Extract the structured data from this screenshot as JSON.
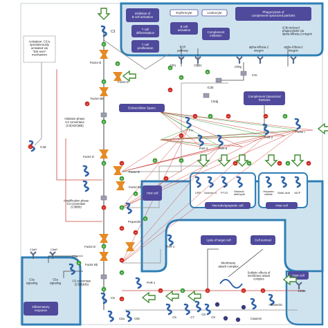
{
  "colors": {
    "cell_fill": "#cfe3ef",
    "membrane": "#2f7fb5",
    "purple_box": "#4f4a9c",
    "protein_blue": "#2c62a8",
    "protein_orange": "#e58a24",
    "arrow_green": "#3e8a2e",
    "activate_dot": "#3a9b36",
    "inhibit_dot": "#cc2a22",
    "line_red": "#c8413a",
    "line_gray": "#8a8a8a",
    "line_dark": "#444444",
    "receptor": "#5c6a8a",
    "compartment_fill": "#ffffff",
    "complex_gray": "#9c9cb0",
    "cluster_dark": "#3a3a7a"
  },
  "nodes": {
    "c3": "C3",
    "factor_b_1": "Factor B",
    "factor_d_1": "Factor D",
    "factor_bb_1": "Factor Bb",
    "init_convertase": "Initiation-phase\nC3 convertase\n(C3(H2O)Bb)",
    "c3d": "C3d",
    "factor_d_2": "Factor D",
    "factor_b_2": "Factor B",
    "factor_ba": "Factor Ba",
    "factor_bb_2": "Factor Bb",
    "amplif_convertase": "Amplification phase\nC3 convertase\n(C3bBb)",
    "properdin": "Properdin",
    "factor_d_3": "Factor D",
    "factor_b_3": "Factor B",
    "factor_bb_3": "Factor Bb",
    "c5_convertase": "C5 convertase\n(C3bBb3b)",
    "fhr1": "FHR-1",
    "c5": "C5",
    "c5a": "C5a",
    "c5b": "C5b",
    "c6": "C6",
    "c7": "C7",
    "c8": "C8",
    "c9": "C9",
    "clusterin": "Clusterin",
    "vitronectin": "Vitronectin",
    "cd59": "CD59",
    "mac": "Membrane\nattack complex",
    "sublytic": "Sublytic effects of\nmembrane attack\ncomplex",
    "fh": "FH",
    "fhr3": "FHR-3",
    "fhr5": "FHR-5",
    "fhr2": "FHR-2",
    "factor_i": "Factor I",
    "ic3b": "iC3b",
    "c3c": "C3c",
    "c3dg": "C3dg",
    "c3a": "C3a",
    "c3ar": "C3aR",
    "c5ar": "C5aR",
    "cr1": "CR1",
    "cd21": "CD21",
    "cr3": "CR3",
    "cr4": "CRIg",
    "bcr": "BCR\npathway",
    "crp": "CRP",
    "annexin": "Annexin II",
    "ptx3": "PTX3",
    "malondialdehyde": "Malondi-\naldehyde",
    "heparan": "Heparan\nsulfate",
    "sialic": "Sialic acid",
    "mcp": "MCP",
    "c3a_signaling": "C3a\nsignaling",
    "c5a_signaling": "C5a\nsignaling",
    "c4bp_label": "C4b"
  },
  "boxes": {
    "inhibition_b": "Inhibition of\nB cell activation",
    "t_diff": "T cell\ndifferentiation",
    "t_prolif": "T cell\nproliferation",
    "erythrocyte": "Erythrocyte",
    "leukocyte": "Leukocyte",
    "b_activation": "B cell\nactivation",
    "complement_inhibition": "Complement\ninhibition",
    "phagocytosis": "Phagocytosis of\ncomplement-opsonized particles",
    "ic3b_phago": "iC3b-induced\nphagocytosis via\nalpha-M/beta-2 integrin",
    "alpha_m": "alpha-M/beta-2\nintegrin",
    "alpha_x": "alpha-X/beta-2\nintegrin",
    "extracellular": "Extracellular Space",
    "complement_opsonized": "Complement Opsonized\nParticles",
    "necrotic": "Necrotic/apoptotic cell",
    "host_cell_1": "Host cell",
    "host_cell_2": "Host cell",
    "host_cell_3": "Host cell",
    "host_cell_4": "Host cell",
    "lysis": "Lysis of target cell",
    "cell_survival": "Cell survival",
    "inflammatory": "Inflammatory\nresponse"
  },
  "notes": {
    "activation": "Activation: C3 is\nspontaneously\nactivated via\n\"tick-over\"\nmechanism"
  }
}
